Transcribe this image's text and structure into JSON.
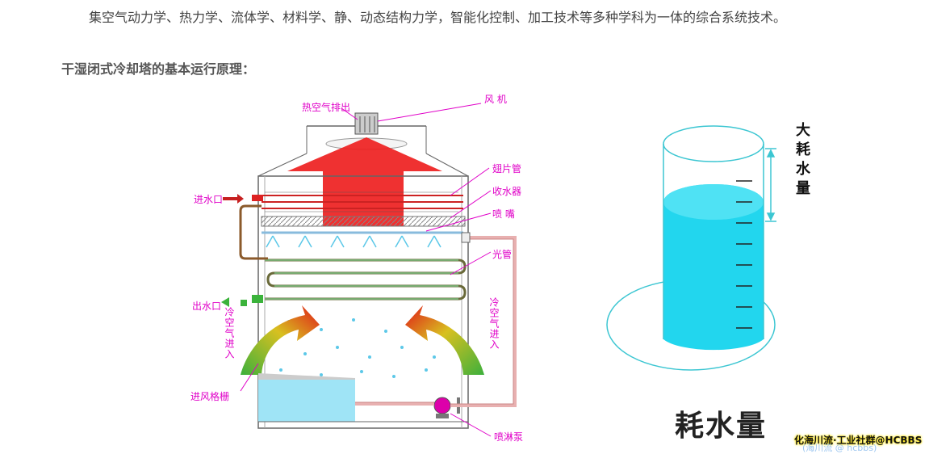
{
  "intro_text": "集空气动力学、热力学、流体学、材料学、静、动态结构力学，智能化控制、加工技术等多种学科为一体的综合系统技术。",
  "section_heading": "干湿闭式冷却塔的基本运行原理：",
  "diagram": {
    "labels": {
      "hot_air_out": "热空气排出",
      "fan": "风 机",
      "fin_tube": "翅片管",
      "water_collector": "收水器",
      "nozzle": "喷 嘴",
      "bare_tube": "光管",
      "water_inlet": "进水口",
      "water_outlet": "出水口",
      "cold_air_in_left": "冷空气进入",
      "cold_air_in_right": "冷空气进入",
      "air_inlet_grille": "进风格栅",
      "spray_pump": "喷淋泵"
    },
    "colors": {
      "label": "#e000c8",
      "hot_air": "#ee1a1a",
      "water": "#6ad8f0",
      "pipe": "#8b5a2b",
      "cold_arrow": "#2fa82f"
    }
  },
  "cylinder": {
    "side_label": "大耗水量",
    "caption": "耗水量",
    "colors": {
      "water": "#22d6ee",
      "outline": "#30c0d0"
    }
  },
  "watermark": "化海川流·工业社群@HCBBS",
  "watermark_sub": "(海川流 @ hcbbs)"
}
